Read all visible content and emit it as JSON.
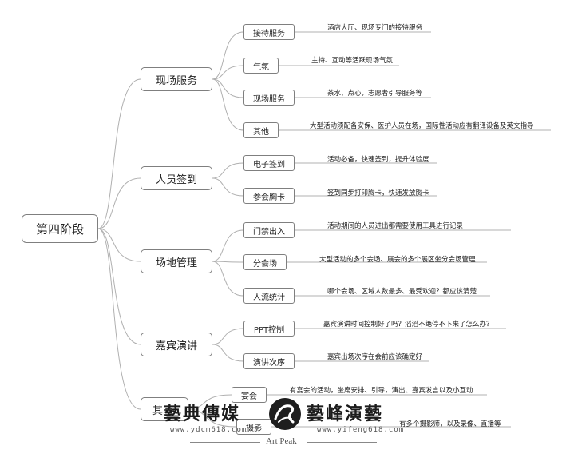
{
  "mindmap": {
    "root": "第四阶段",
    "branches": [
      {
        "label": "现场服务",
        "children": [
          {
            "label": "接待服务",
            "note": "酒店大厅、现场专门的接待服务"
          },
          {
            "label": "气氛",
            "note": "主持、互动等活跃现场气氛"
          },
          {
            "label": "现场服务",
            "note": "茶水、点心，志愿者引导服务等"
          },
          {
            "label": "其他",
            "note": "大型活动须配备安保、医护人员在场，国际性活动应有翻译设备及英文指导"
          }
        ]
      },
      {
        "label": "人员签到",
        "children": [
          {
            "label": "电子签到",
            "note": "活动必备，快速签到，提升体验度"
          },
          {
            "label": "参会胸卡",
            "note": "签到同步打印胸卡，快速发放胸卡"
          }
        ]
      },
      {
        "label": "场地管理",
        "children": [
          {
            "label": "门禁出入",
            "note": "活动期间的人员进出都需要使用工具进行记录"
          },
          {
            "label": "分会场",
            "note": "大型活动的多个会场、展会的多个展区坐分会场管理"
          },
          {
            "label": "人流统计",
            "note": "哪个会场、区域人数最多、最受欢迎？都应该清楚"
          }
        ]
      },
      {
        "label": "嘉宾演讲",
        "children": [
          {
            "label": "PPT控制",
            "note": "嘉宾演讲时间控制好了吗？滔滔不绝停不下来了怎么办？"
          },
          {
            "label": "演讲次序",
            "note": "嘉宾出场次序在会前应该确定好"
          }
        ]
      },
      {
        "label": "其",
        "children": [
          {
            "label": "宴会",
            "note": "有宴会的活动，坐席安排、引导，演出、嘉宾发言以及小互动"
          },
          {
            "label": "摄影",
            "note": "有多个摄影师，以及录像、直播等"
          }
        ]
      }
    ]
  },
  "watermark": {
    "left_brand": "藝典傳媒",
    "left_url": "www.ydcm618.com",
    "right_brand": "藝峰演藝",
    "right_url": "www.yifeng618.com",
    "caption": "Art Peak"
  },
  "colors": {
    "line": "#b0b0b0",
    "border": "#7f7f7f",
    "text": "#222222"
  }
}
